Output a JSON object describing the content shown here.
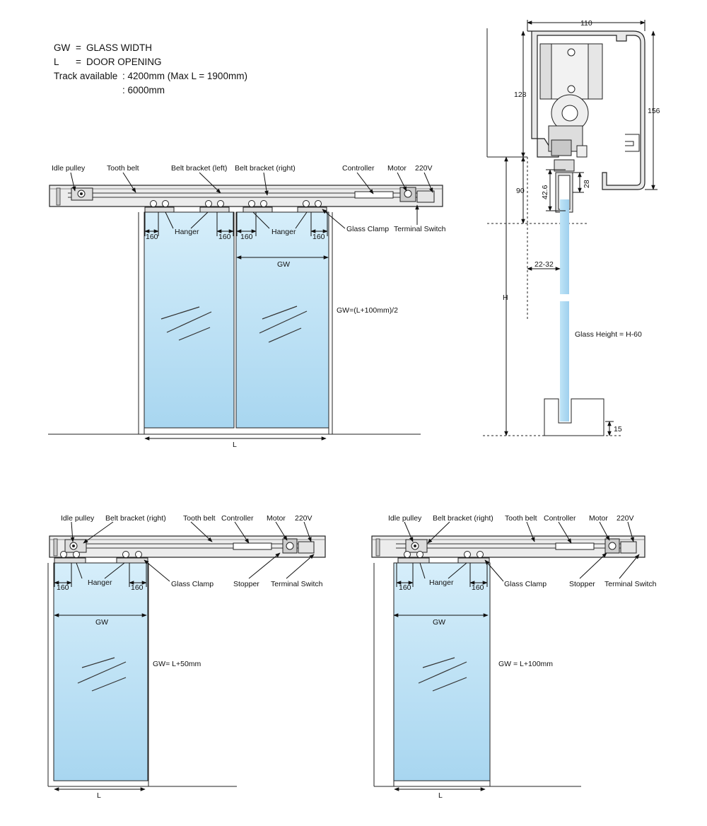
{
  "legend": {
    "gw_key": "GW",
    "gw_value": "GLASS WIDTH",
    "l_key": "L",
    "l_value": "DOOR OPENING",
    "track_label": "Track available",
    "track_value_1": ": 4200mm (Max L = 1900mm)",
    "track_value_2": ": 6000mm"
  },
  "double": {
    "idle_pulley": "Idle pulley",
    "tooth_belt": "Tooth belt",
    "belt_bracket_left": "Belt bracket (left)",
    "belt_bracket_right": "Belt bracket (right)",
    "controller": "Controller",
    "motor": "Motor",
    "power": "220V",
    "hanger_1": "Hanger",
    "hanger_2": "Hanger",
    "glass_clamp": "Glass Clamp",
    "terminal_switch": "Terminal Switch",
    "dim_160_a": "160",
    "dim_160_b": "160",
    "dim_160_c": "160",
    "dim_160_d": "160",
    "gw": "GW",
    "formula": "GW=(L+100mm)/2",
    "l": "L"
  },
  "section": {
    "width_110": "110",
    "dim_128": "128",
    "dim_156": "156",
    "dim_90": "90",
    "dim_42_6": "42.6",
    "dim_28": "28",
    "dim_22_32": "22-32",
    "h": "H",
    "glass_height": "Glass Height = H-60",
    "dim_15": "15"
  },
  "single_left": {
    "idle_pulley": "Idle pulley",
    "belt_bracket_right": "Belt bracket (right)",
    "tooth_belt": "Tooth belt",
    "controller": "Controller",
    "motor": "Motor",
    "power": "220V",
    "hanger": "Hanger",
    "glass_clamp": "Glass Clamp",
    "stopper": "Stopper",
    "terminal_switch": "Terminal Switch",
    "dim_160_a": "160",
    "dim_160_b": "160",
    "gw": "GW",
    "formula": "GW= L+50mm",
    "l": "L"
  },
  "single_right": {
    "idle_pulley": "Idle pulley",
    "belt_bracket_right": "Belt bracket (right)",
    "tooth_belt": "Tooth belt",
    "controller": "Controller",
    "motor": "Motor",
    "power": "220V",
    "hanger": "Hanger",
    "glass_clamp": "Glass Clamp",
    "stopper": "Stopper",
    "terminal_switch": "Terminal Switch",
    "dim_160_a": "160",
    "dim_160_b": "160",
    "gw": "GW",
    "formula": "GW = L+100mm",
    "l": "L"
  },
  "colors": {
    "glass_top": "#cfe9f7",
    "glass_bottom": "#a9d7f1",
    "track": "#e6e6e6",
    "line": "#222222"
  }
}
